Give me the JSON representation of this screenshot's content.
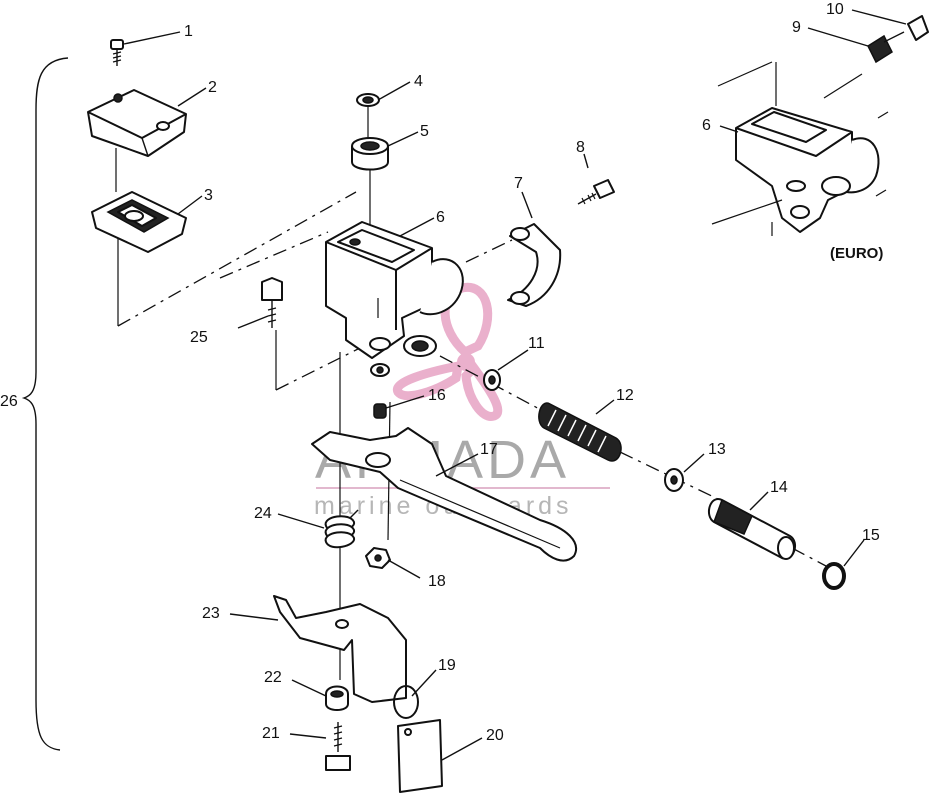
{
  "diagram": {
    "callouts": [
      "1",
      "2",
      "3",
      "4",
      "5",
      "6",
      "7",
      "8",
      "9",
      "10",
      "11",
      "12",
      "13",
      "14",
      "15",
      "16",
      "17",
      "18",
      "19",
      "20",
      "21",
      "22",
      "23",
      "24",
      "25",
      "26"
    ],
    "euro_callouts": [
      "10",
      "9",
      "6"
    ],
    "euro_label": "(EURO)"
  },
  "watermark": {
    "title": "ARMADA",
    "subtitle": "marine outboards",
    "logo_color": "#e7a3c4",
    "text_color": "#a9a9a9"
  },
  "colors": {
    "line": "#111111",
    "background": "#ffffff"
  }
}
